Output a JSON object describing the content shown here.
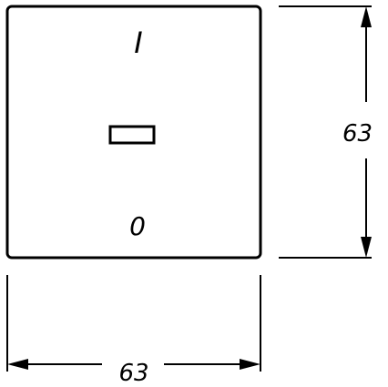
{
  "switch_plate": {
    "on_symbol": "I",
    "off_symbol": "0"
  },
  "dimensions": {
    "width": "63",
    "height": "63"
  },
  "colors": {
    "line": "#000000",
    "background": "#ffffff"
  }
}
